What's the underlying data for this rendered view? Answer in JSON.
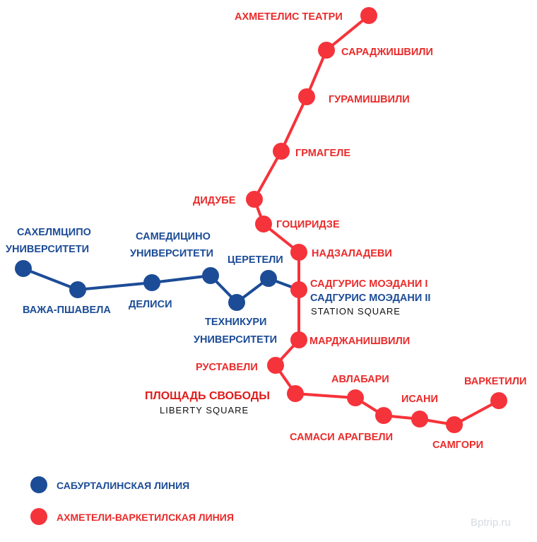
{
  "colors": {
    "red_line": "#f5333a",
    "blue_line": "#1c4c96",
    "red_text": "#ea2b2b",
    "blue_text": "#1c4c96"
  },
  "red_line": {
    "stations": {
      "akhmetelis_teatri": "АХМЕТЕЛИС ТЕАТРИ",
      "saradzhishvili": "САРАДЖИШВИЛИ",
      "guramishvili": "ГУРАМИШВИЛИ",
      "grmagele": "ГРМАГЕЛЕ",
      "didube": "ДИДУБЕ",
      "gotsiridze": "ГОЦИРИДЗЕ",
      "nadzaladevi": "НАДЗАЛАДЕВИ",
      "sadguris_moedani_1": "САДГУРИС МОЭДАНИ I",
      "mardzhanishvili": "МАРДЖАНИШВИЛИ",
      "rustaveli": "РУСТАВЕЛИ",
      "ploshchad_svobody": "ПЛОЩАДЬ СВОБОДЫ",
      "avlabari": "АВЛАБАРИ",
      "samasi_aragveli": "САМАСИ АРАГВЕЛИ",
      "isani": "ИСАНИ",
      "samgori": "САМГОРИ",
      "varketili": "ВАРКЕТИЛИ"
    },
    "sub": {
      "station_square": "STATION SQUARE",
      "liberty_square": "LIBERTY SQUARE"
    }
  },
  "blue_line": {
    "stations": {
      "sakhelmtsipo_1": "САХЕЛМЦИПО",
      "sakhelmtsipo_2": "УНИВЕРСИТЕТИ",
      "vazha_pshavela": "ВАЖА-ПШАВЕЛА",
      "delisi": "ДЕЛИСИ",
      "samedicino_1": "САМЕДИЦИНО",
      "samedicino_2": "УНИВЕРСИТЕТИ",
      "tekhnikuri_1": "ТЕХНИКУРИ",
      "tekhnikuri_2": "УНИВЕРСИТЕТИ",
      "tsereteli": "ЦЕРЕТЕЛИ",
      "sadguris_moedani_2": "САДГУРИС МОЭДАНИ II"
    }
  },
  "legend": {
    "blue_label": "САБУРТАЛИНСКАЯ ЛИНИЯ",
    "red_label": "АХМЕТЕЛИ-ВАРКЕТИЛСКАЯ ЛИНИЯ"
  },
  "watermark": "Bptrip.ru"
}
